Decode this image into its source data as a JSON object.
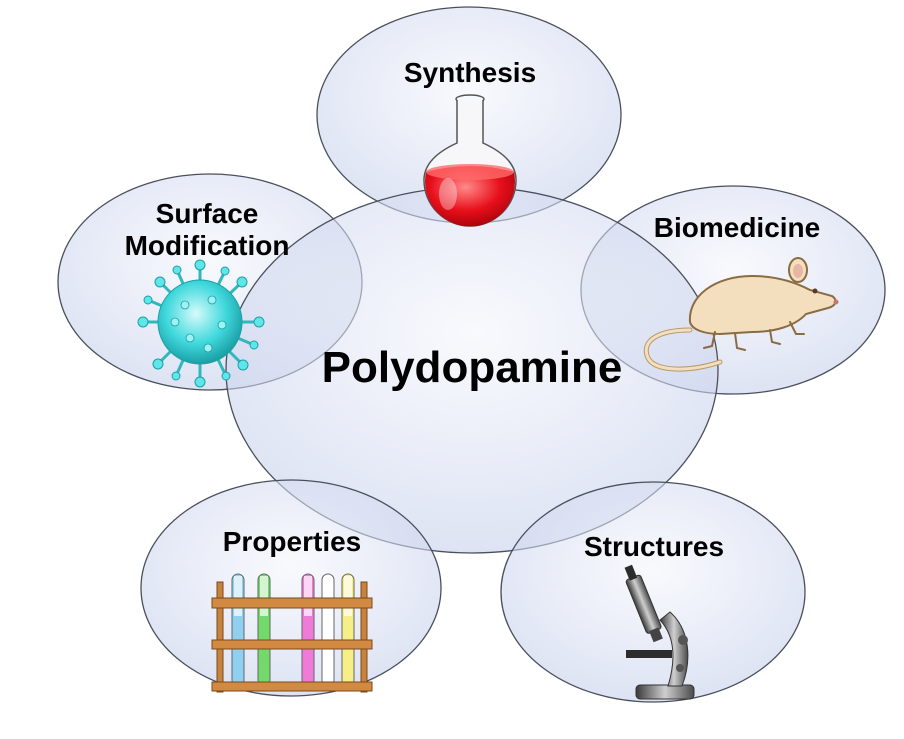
{
  "center": {
    "label": "Polydopamine"
  },
  "nodes": {
    "synthesis": {
      "label": "Synthesis",
      "icon": "round-bottom-flask-icon"
    },
    "surface": {
      "line1": "Surface",
      "line2": "Modification",
      "icon": "virus-nanoparticle-icon"
    },
    "biomedicine": {
      "label": "Biomedicine",
      "icon": "mouse-icon"
    },
    "properties": {
      "label": "Properties",
      "icon": "test-tube-rack-icon"
    },
    "structures": {
      "label": "Structures",
      "icon": "microscope-icon"
    }
  },
  "colors": {
    "bubble_fill_light": "#eef1fb",
    "bubble_fill_dark": "#c9d2ee",
    "bubble_stroke": "#4a4f5c",
    "flask_liquid": "#e8101c",
    "virus": "#3fd8dc",
    "mouse": "#f3dfbe",
    "rack_wood": "#c8823c"
  }
}
